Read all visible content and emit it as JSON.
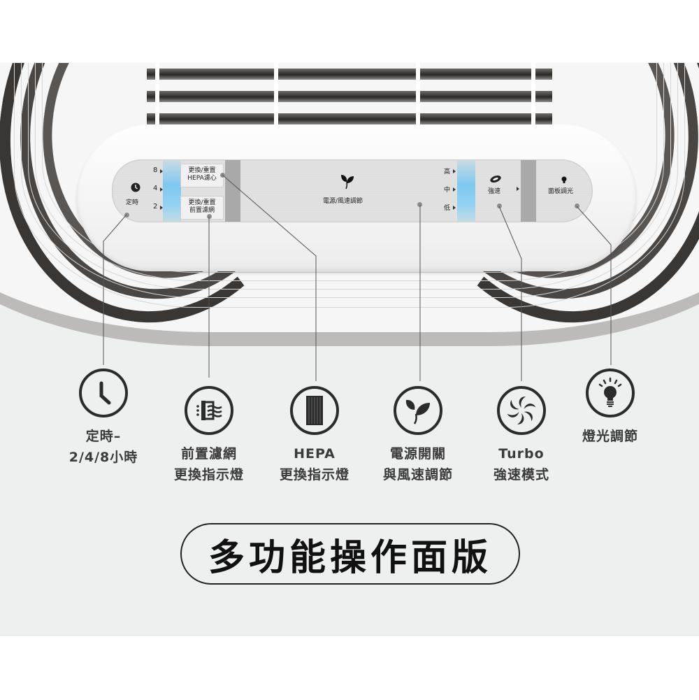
{
  "colors": {
    "background": "#eef0ef",
    "device_white": "#f6f6f6",
    "indicator_blue": "#7fc8f0",
    "indicator_gray": "#a9a9a9",
    "icon_dark": "#2b2b2b",
    "text": "#3a3a3a"
  },
  "control_panel": {
    "timer": {
      "icon": "clock-icon",
      "label": "定時",
      "levels": [
        "8",
        "4",
        "2"
      ]
    },
    "hepa_reset": {
      "line1": "更換/重置",
      "line2": "HEPA濾心"
    },
    "prefilter_reset": {
      "line1": "更換/重置",
      "line2": "前置濾網"
    },
    "power_speed": {
      "icon": "leaf-icon",
      "label": "電源/風速調節"
    },
    "speed_levels": [
      "高",
      "中",
      "低"
    ],
    "turbo": {
      "icon": "turbo-swirl-icon",
      "label": "強速"
    },
    "dimmer": {
      "icon": "lightbulb-icon",
      "label": "面板調光"
    }
  },
  "features": [
    {
      "icon": "clock-icon",
      "line1": "定時–",
      "line2": "2/4/8小時"
    },
    {
      "icon": "prefilter-icon",
      "line1": "前置濾網",
      "line2": "更換指示燈"
    },
    {
      "icon": "hepa-filter-icon",
      "line1": "HEPA",
      "line2": "更換指示燈"
    },
    {
      "icon": "leaf-icon",
      "line1": "電源開關",
      "line2": "與風速調節"
    },
    {
      "icon": "fan-swirl-icon",
      "line1": "Turbo",
      "line2": "強速模式"
    },
    {
      "icon": "lightbulb-icon",
      "line1": "燈光調節",
      "line2": ""
    }
  ],
  "title": "多功能操作面版"
}
